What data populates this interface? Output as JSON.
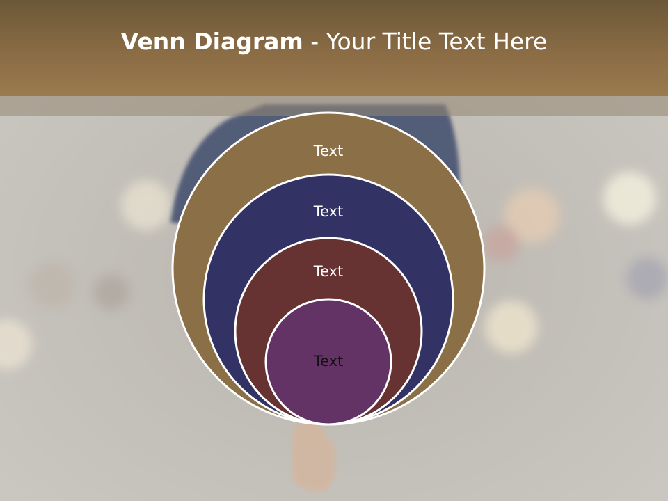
{
  "title": {
    "bold": "Venn Diagram",
    "rest": " - Your Title Text Here"
  },
  "colors": {
    "title_bar": "#8a6c45",
    "circle_outer": "#8b7047",
    "circle_second": "#323265",
    "circle_third": "#663232",
    "circle_inner": "#643366",
    "circle_stroke": "#ffffff"
  },
  "diagram": {
    "circles": [
      {
        "label": "Text",
        "fill": "#8b7047",
        "text_color": "#ffffff"
      },
      {
        "label": "Text",
        "fill": "#323265",
        "text_color": "#ffffff"
      },
      {
        "label": "Text",
        "fill": "#663232",
        "text_color": "#ffffff"
      },
      {
        "label": "Text",
        "fill": "#643366",
        "text_color": "#111111"
      }
    ]
  }
}
